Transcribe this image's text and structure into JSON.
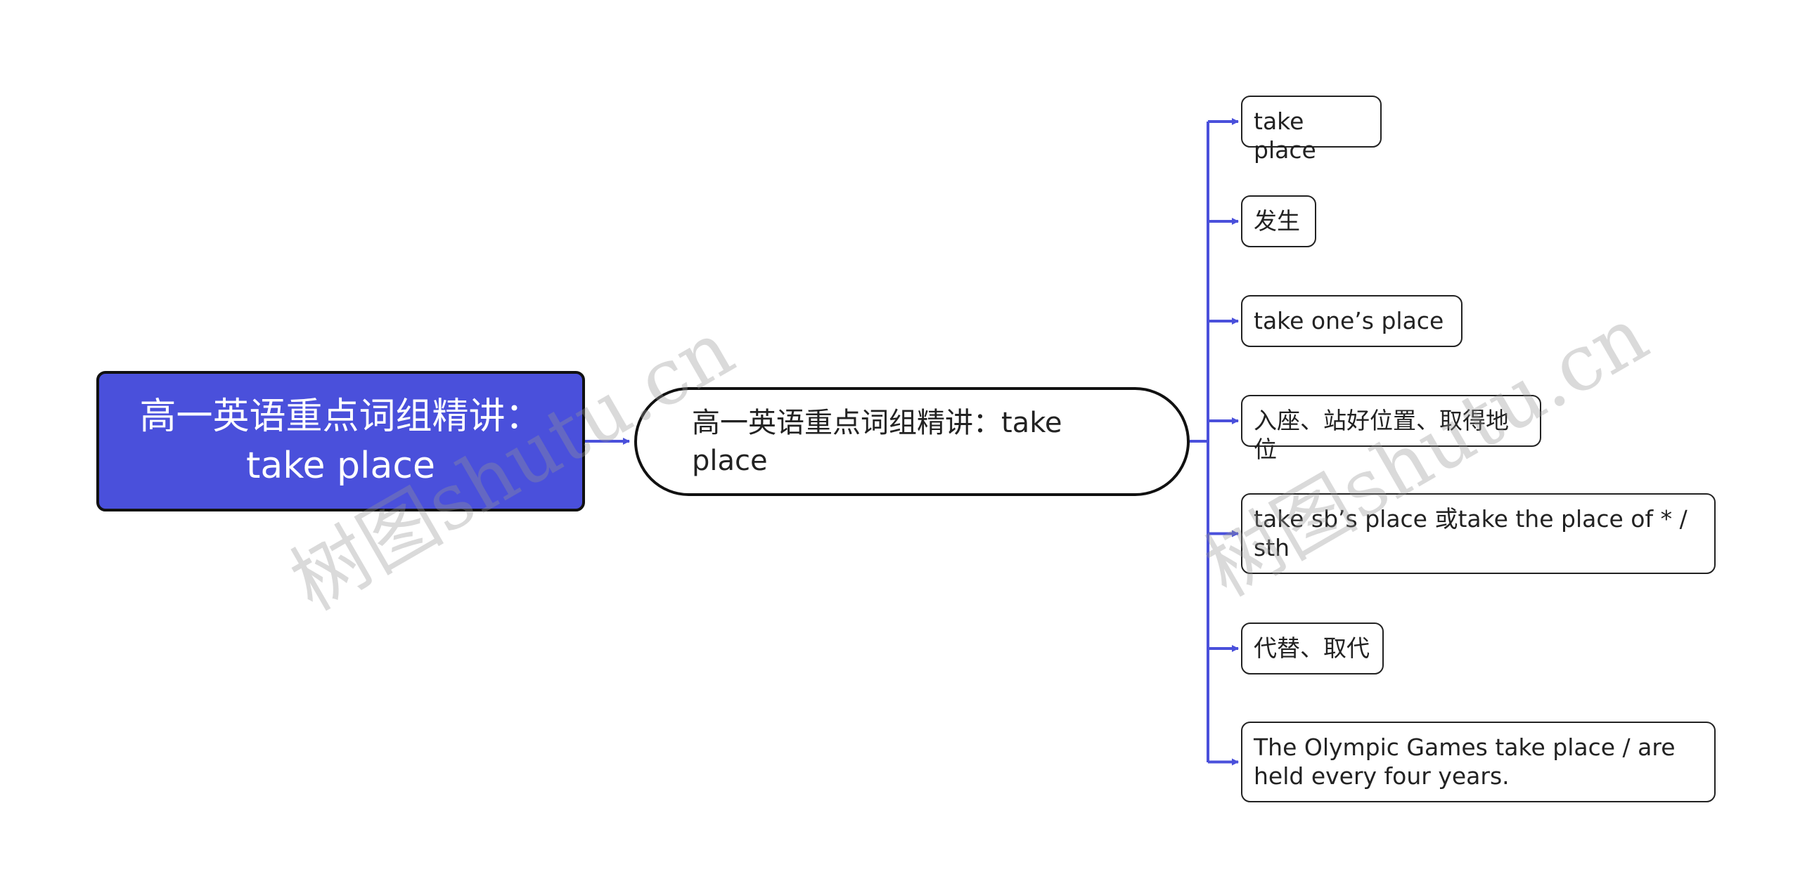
{
  "root": {
    "line1": "高一英语重点词组精讲：",
    "line2": "take place"
  },
  "topic": {
    "label": "高一英语重点词组精讲：take place"
  },
  "leaves": [
    {
      "label": "take place"
    },
    {
      "label": "发生"
    },
    {
      "label": "take one’s place"
    },
    {
      "label": "入座、站好位置、取得地位"
    },
    {
      "label": "take sb’s place 或take the place of * / sth"
    },
    {
      "label": "代替、取代"
    },
    {
      "label": "The Olympic Games take place / are held every four years."
    }
  ],
  "watermark": {
    "text": "树图shutu.cn"
  },
  "colors": {
    "root_fill": "#4a50db",
    "connector": "#4a50db",
    "border": "#111111"
  }
}
